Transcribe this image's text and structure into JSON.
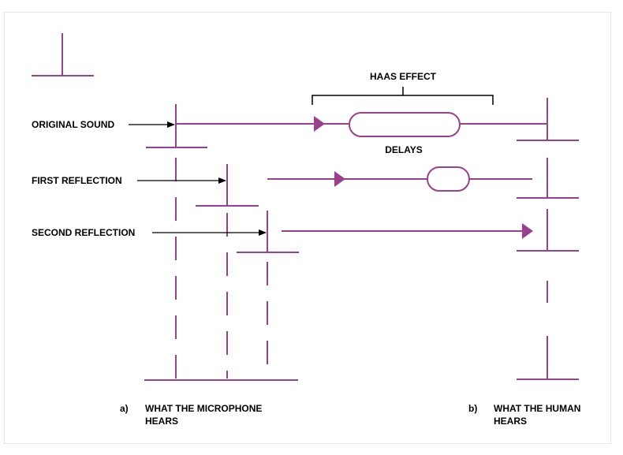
{
  "colors": {
    "line": "#9b3f8f",
    "text": "#000000",
    "arrow": "#000000"
  },
  "labels": {
    "haas_effect": "HAAS EFFECT",
    "delays": "DELAYS",
    "original_sound": "ORIGINAL SOUND",
    "first_reflection": "FIRST REFLECTION",
    "second_reflection": "SECOND REFLECTION",
    "caption_a_letter": "a)",
    "caption_a_line1": "WHAT THE MICROPHONE",
    "caption_a_line2": "HEARS",
    "caption_b_letter": "b)",
    "caption_b_line1": "WHAT THE HUMAN",
    "caption_b_line2": "HEARS"
  }
}
